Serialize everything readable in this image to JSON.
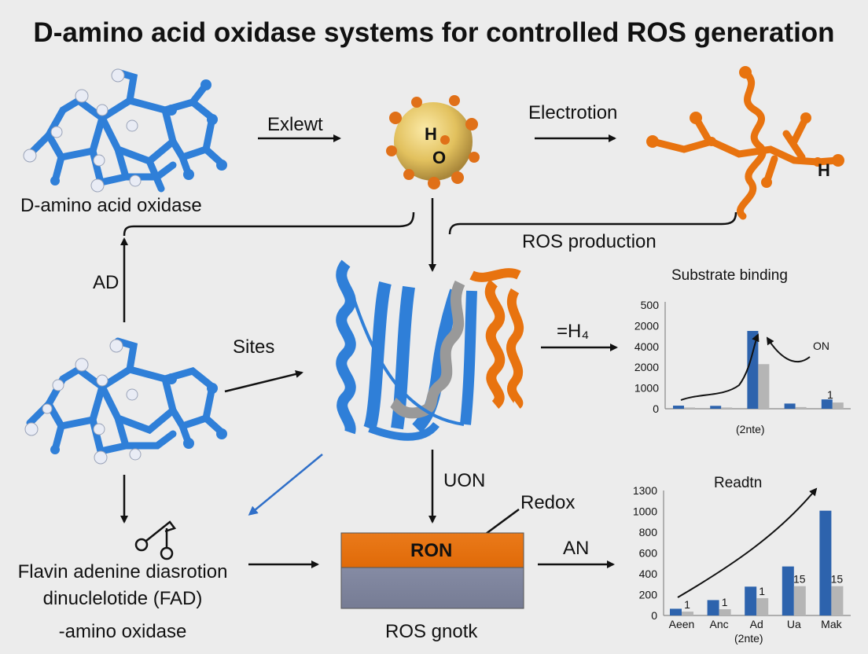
{
  "title": "D-amino acid oxidase systems for  controlled ROS generation",
  "labels": {
    "daao_top": "D-amino acid oxidase",
    "exlewt": "Exlewt",
    "electrotion": "Electrotion",
    "ros_production": "ROS production",
    "ad": "AD",
    "sites": "Sites",
    "h4": "=H₄",
    "uon": "UON",
    "redox": "Redox",
    "an": "AN",
    "ron": "RON",
    "ros_gnotk": "ROS gnotk",
    "fad_line1": "Flavin adenine diasrotion",
    "fad_line2": "dinuclelotide (FAD)",
    "fad_line3": "-amino oxidase",
    "sphere_h": "H",
    "sphere_o": "O",
    "chain_h": "H"
  },
  "colors": {
    "blue": "#2f7fd8",
    "orange": "#e8730f",
    "gray": "#9a9a9a",
    "sphere": "#e2c15e",
    "bar_blue": "#2d63ad",
    "bar_gray": "#b5b5b5"
  },
  "chart_data": [
    {
      "type": "bar",
      "title": "Substrate binding",
      "xlabel": "(2nte)",
      "yticks": [
        "500",
        "2000",
        "4000",
        "2000",
        "1000",
        "0"
      ],
      "ylim": [
        0,
        5000
      ],
      "categories": [
        "",
        "",
        "",
        "",
        ""
      ],
      "series": [
        {
          "values": [
            150,
            140,
            3750,
            250,
            450
          ]
        },
        {
          "values": [
            60,
            60,
            2150,
            80,
            300
          ]
        }
      ],
      "annotations": [
        "ON",
        "1"
      ]
    },
    {
      "type": "bar",
      "title": "Readtn",
      "xlabel": "(2nte)",
      "yticks": [
        "1300",
        "1000",
        "800",
        "600",
        "400",
        "200",
        "0"
      ],
      "ylim": [
        0,
        1300
      ],
      "categories": [
        "Aeen",
        "Anc",
        "Ad",
        "Ua",
        "Mak"
      ],
      "series": [
        {
          "values": [
            70,
            160,
            300,
            510,
            1090
          ]
        },
        {
          "values": [
            40,
            65,
            180,
            305,
            305
          ]
        }
      ],
      "data_labels": [
        "1",
        "1",
        "1",
        "15",
        "15"
      ]
    }
  ]
}
